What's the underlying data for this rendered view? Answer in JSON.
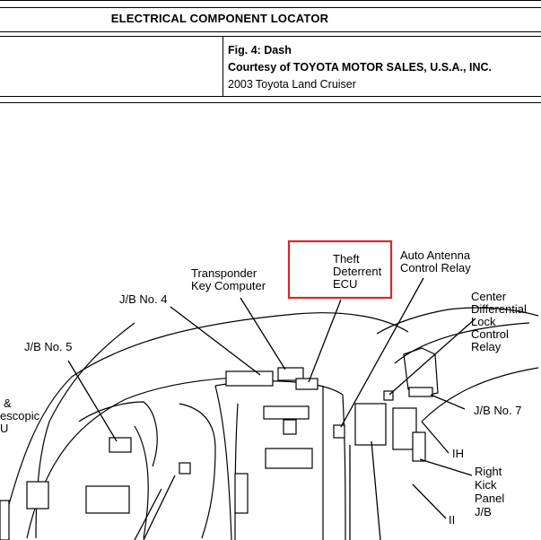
{
  "header": {
    "title": "ELECTRICAL COMPONENT LOCATOR"
  },
  "caption": {
    "figure": "Fig. 4: Dash",
    "courtesy": "Courtesy of TOYOTA MOTOR SALES, U.S.A., INC.",
    "vehicle": "2003 Toyota Land Cruiser"
  },
  "labels": {
    "theft_1": "Theft",
    "theft_2": "Deterrent",
    "theft_3": "ECU",
    "antenna_1": "Auto Antenna",
    "antenna_2": "Control Relay",
    "transponder_1": "Transponder",
    "transponder_2": "Key Computer",
    "jb4": "J/B No. 4",
    "jb5": "J/B No. 5",
    "center_1": "Center",
    "center_2": "Differential",
    "center_3": "Lock",
    "center_4": "Control",
    "center_5": "Relay",
    "jb7": "J/B No. 7",
    "ih": "IH",
    "rk_1": "Right",
    "rk_2": "Kick",
    "rk_3": "Panel",
    "rk_4": "J/B",
    "ii": "II",
    "tilt_1": "&",
    "tilt_2": "escopic",
    "tilt_3": "U"
  },
  "colors": {
    "highlight": "#d8282a",
    "line": "#000000"
  }
}
